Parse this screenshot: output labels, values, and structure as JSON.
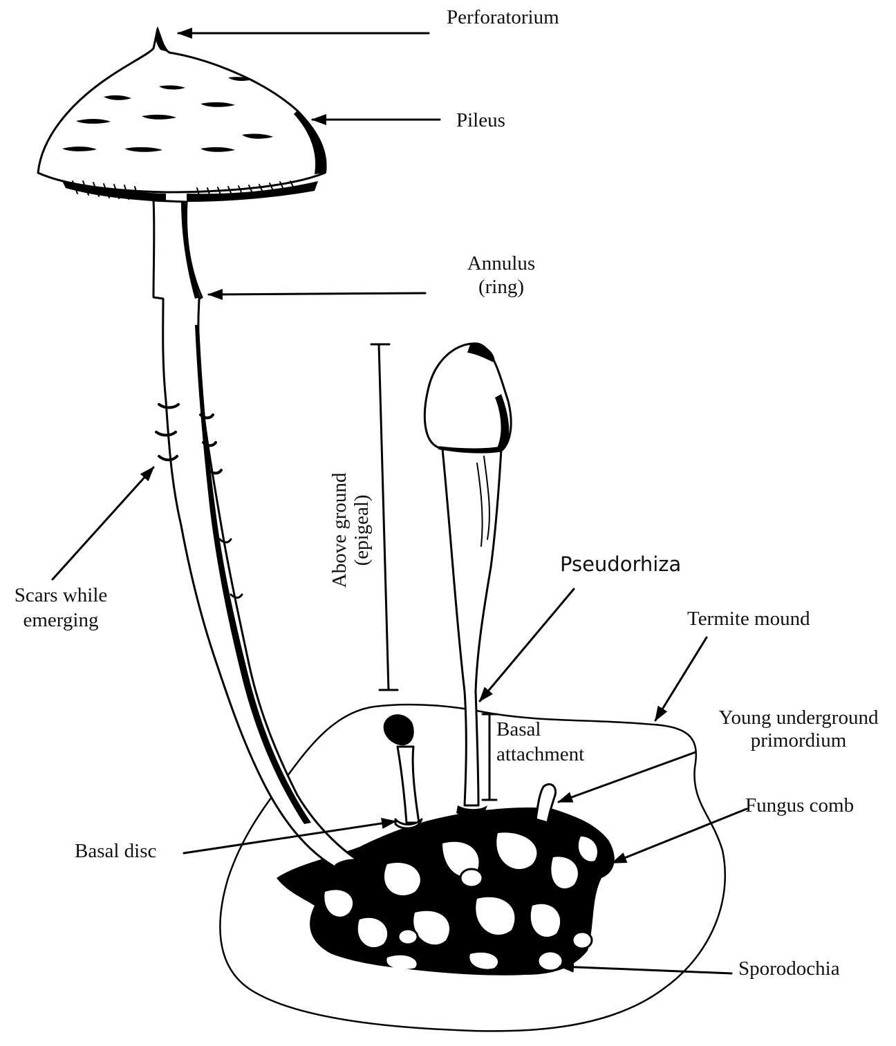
{
  "labels": {
    "perforatorium": "Perforatorium",
    "pileus": "Pileus",
    "annulus_1": "Annulus",
    "annulus_2": "(ring)",
    "scars_1": "Scars while",
    "scars_2": "emerging",
    "above_1": "Above ground",
    "above_2": "(epigeal)",
    "pseudorhiza": "Pseudorhiza",
    "termite_mound": "Termite mound",
    "young_1": "Young underground",
    "young_2": "primordium",
    "basal_attach_1": "Basal",
    "basal_attach_2": "attachment",
    "fungus_comb": "Fungus comb",
    "basal_disc": "Basal disc",
    "sporodochia": "Sporodochia"
  },
  "colors": {
    "ink": "#000000",
    "paper": "#ffffff"
  }
}
